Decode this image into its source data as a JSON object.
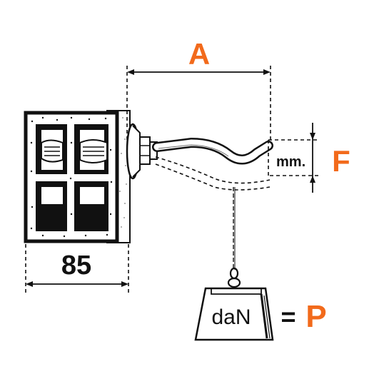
{
  "labels": {
    "dim_a": "A",
    "dim_f": "F",
    "dim_85": "85",
    "unit_mm": "mm.",
    "unit_dan": "daN",
    "equals": "=",
    "result_p": "P"
  },
  "colors": {
    "accent": "#f26a1b",
    "ink": "#111111",
    "paper": "#ffffff"
  }
}
